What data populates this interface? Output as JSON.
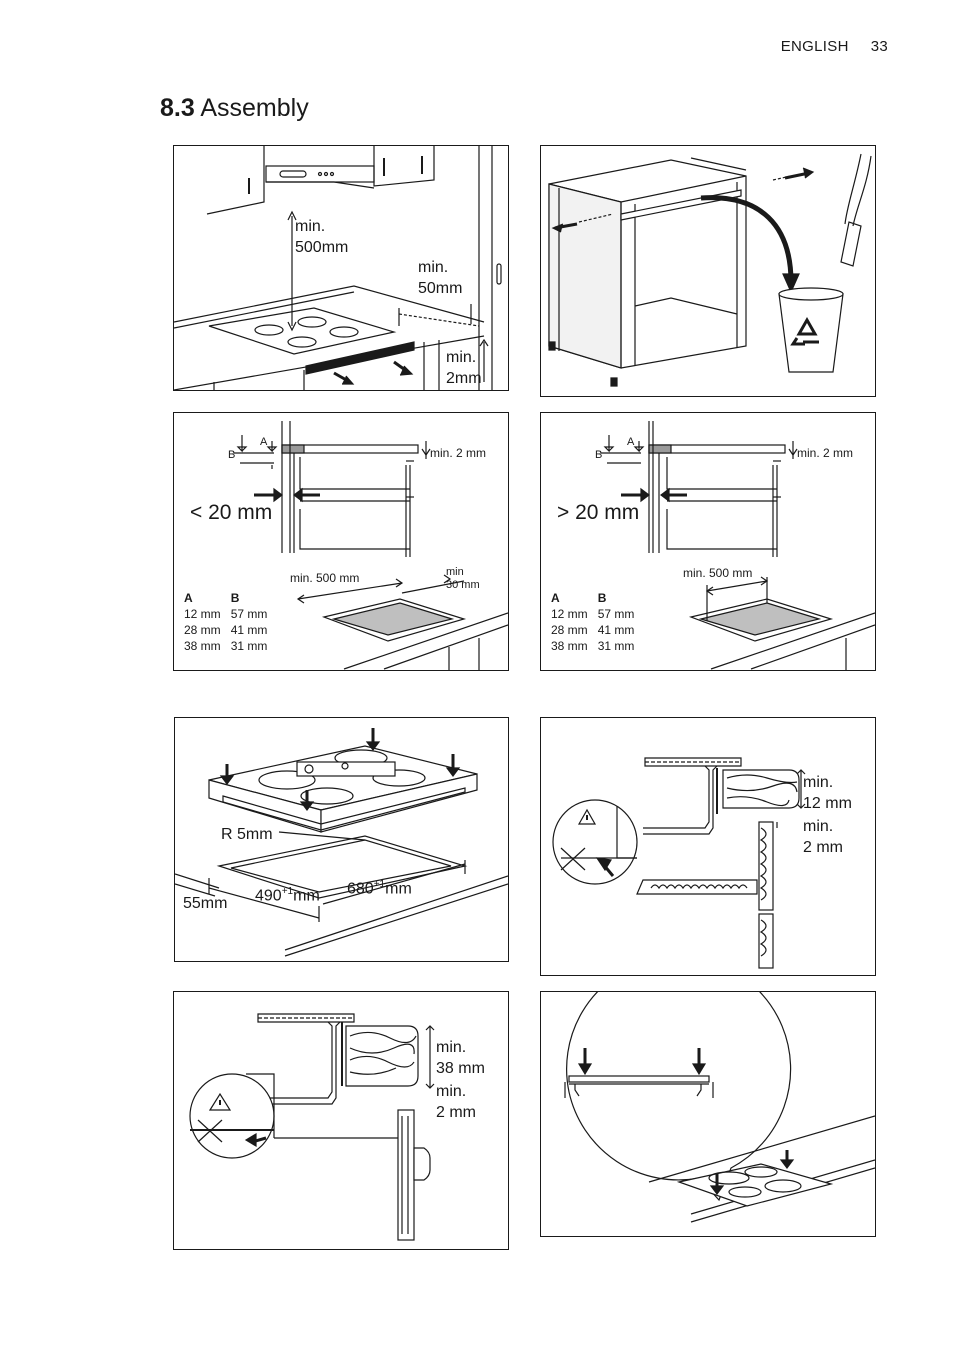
{
  "header": {
    "section": "ENGLISH",
    "page_number": "33"
  },
  "title": {
    "number": "8.3",
    "text": "Assembly"
  },
  "fig1": {
    "min500_line1": "min.",
    "min500_line2": "500mm",
    "min50_line1": "min.",
    "min50_line2": "50mm",
    "min2_line1": "min.",
    "min2_line2": "2mm"
  },
  "fig3": {
    "label_a": "A",
    "label_b": "B",
    "min2": "min. 2 mm",
    "gap": "< 20 mm",
    "min500": "min. 500 mm",
    "min30_line1": "min",
    "min30_line2": "30 mm",
    "table": {
      "headers": [
        "A",
        "B"
      ],
      "rows": [
        [
          "12 mm",
          "57 mm"
        ],
        [
          "28 mm",
          "41 mm"
        ],
        [
          "38 mm",
          "31 mm"
        ]
      ]
    }
  },
  "fig4": {
    "label_a": "A",
    "label_b": "B",
    "min2": "min. 2 mm",
    "gap": "> 20 mm",
    "min500": "min. 500 mm",
    "table": {
      "headers": [
        "A",
        "B"
      ],
      "rows": [
        [
          "12 mm",
          "57 mm"
        ],
        [
          "28 mm",
          "41 mm"
        ],
        [
          "38 mm",
          "31 mm"
        ]
      ]
    }
  },
  "fig5": {
    "radius": "R 5mm",
    "width_base": "490",
    "width_sup": "+1",
    "width_unit": "mm",
    "depth_base": "680",
    "depth_sup": "+1",
    "depth_unit": "mm",
    "edge": "55mm"
  },
  "fig6": {
    "min12_line1": "min.",
    "min12_line2": "12 mm",
    "min2_line1": "min.",
    "min2_line2": "2 mm"
  },
  "fig7": {
    "min38_line1": "min.",
    "min38_line2": "38 mm",
    "min2_line1": "min.",
    "min2_line2": "2 mm"
  }
}
